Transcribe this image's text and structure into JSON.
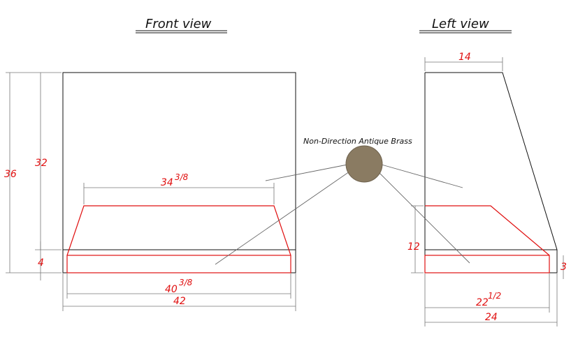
{
  "views": {
    "front": {
      "title": "Front view"
    },
    "left": {
      "title": "Left view"
    }
  },
  "finish": {
    "label": "Non-Direction Antique Brass",
    "swatch_color": "#8a7b62"
  },
  "dimensions": {
    "front_height_total": "36",
    "front_height_body": "32",
    "front_band_height": "4",
    "front_inner_width_whole": "34",
    "front_inner_width_frac": "3/8",
    "front_band_width_whole": "40",
    "front_band_width_frac": "3/8",
    "front_total_width": "42",
    "left_top_depth": "14",
    "left_lower_height": "12",
    "left_band_depth_whole": "22",
    "left_band_depth_frac": "1/2",
    "left_total_depth": "24",
    "left_band_height": "3"
  },
  "colors": {
    "outline": "#111111",
    "dimension": "#e01010"
  }
}
